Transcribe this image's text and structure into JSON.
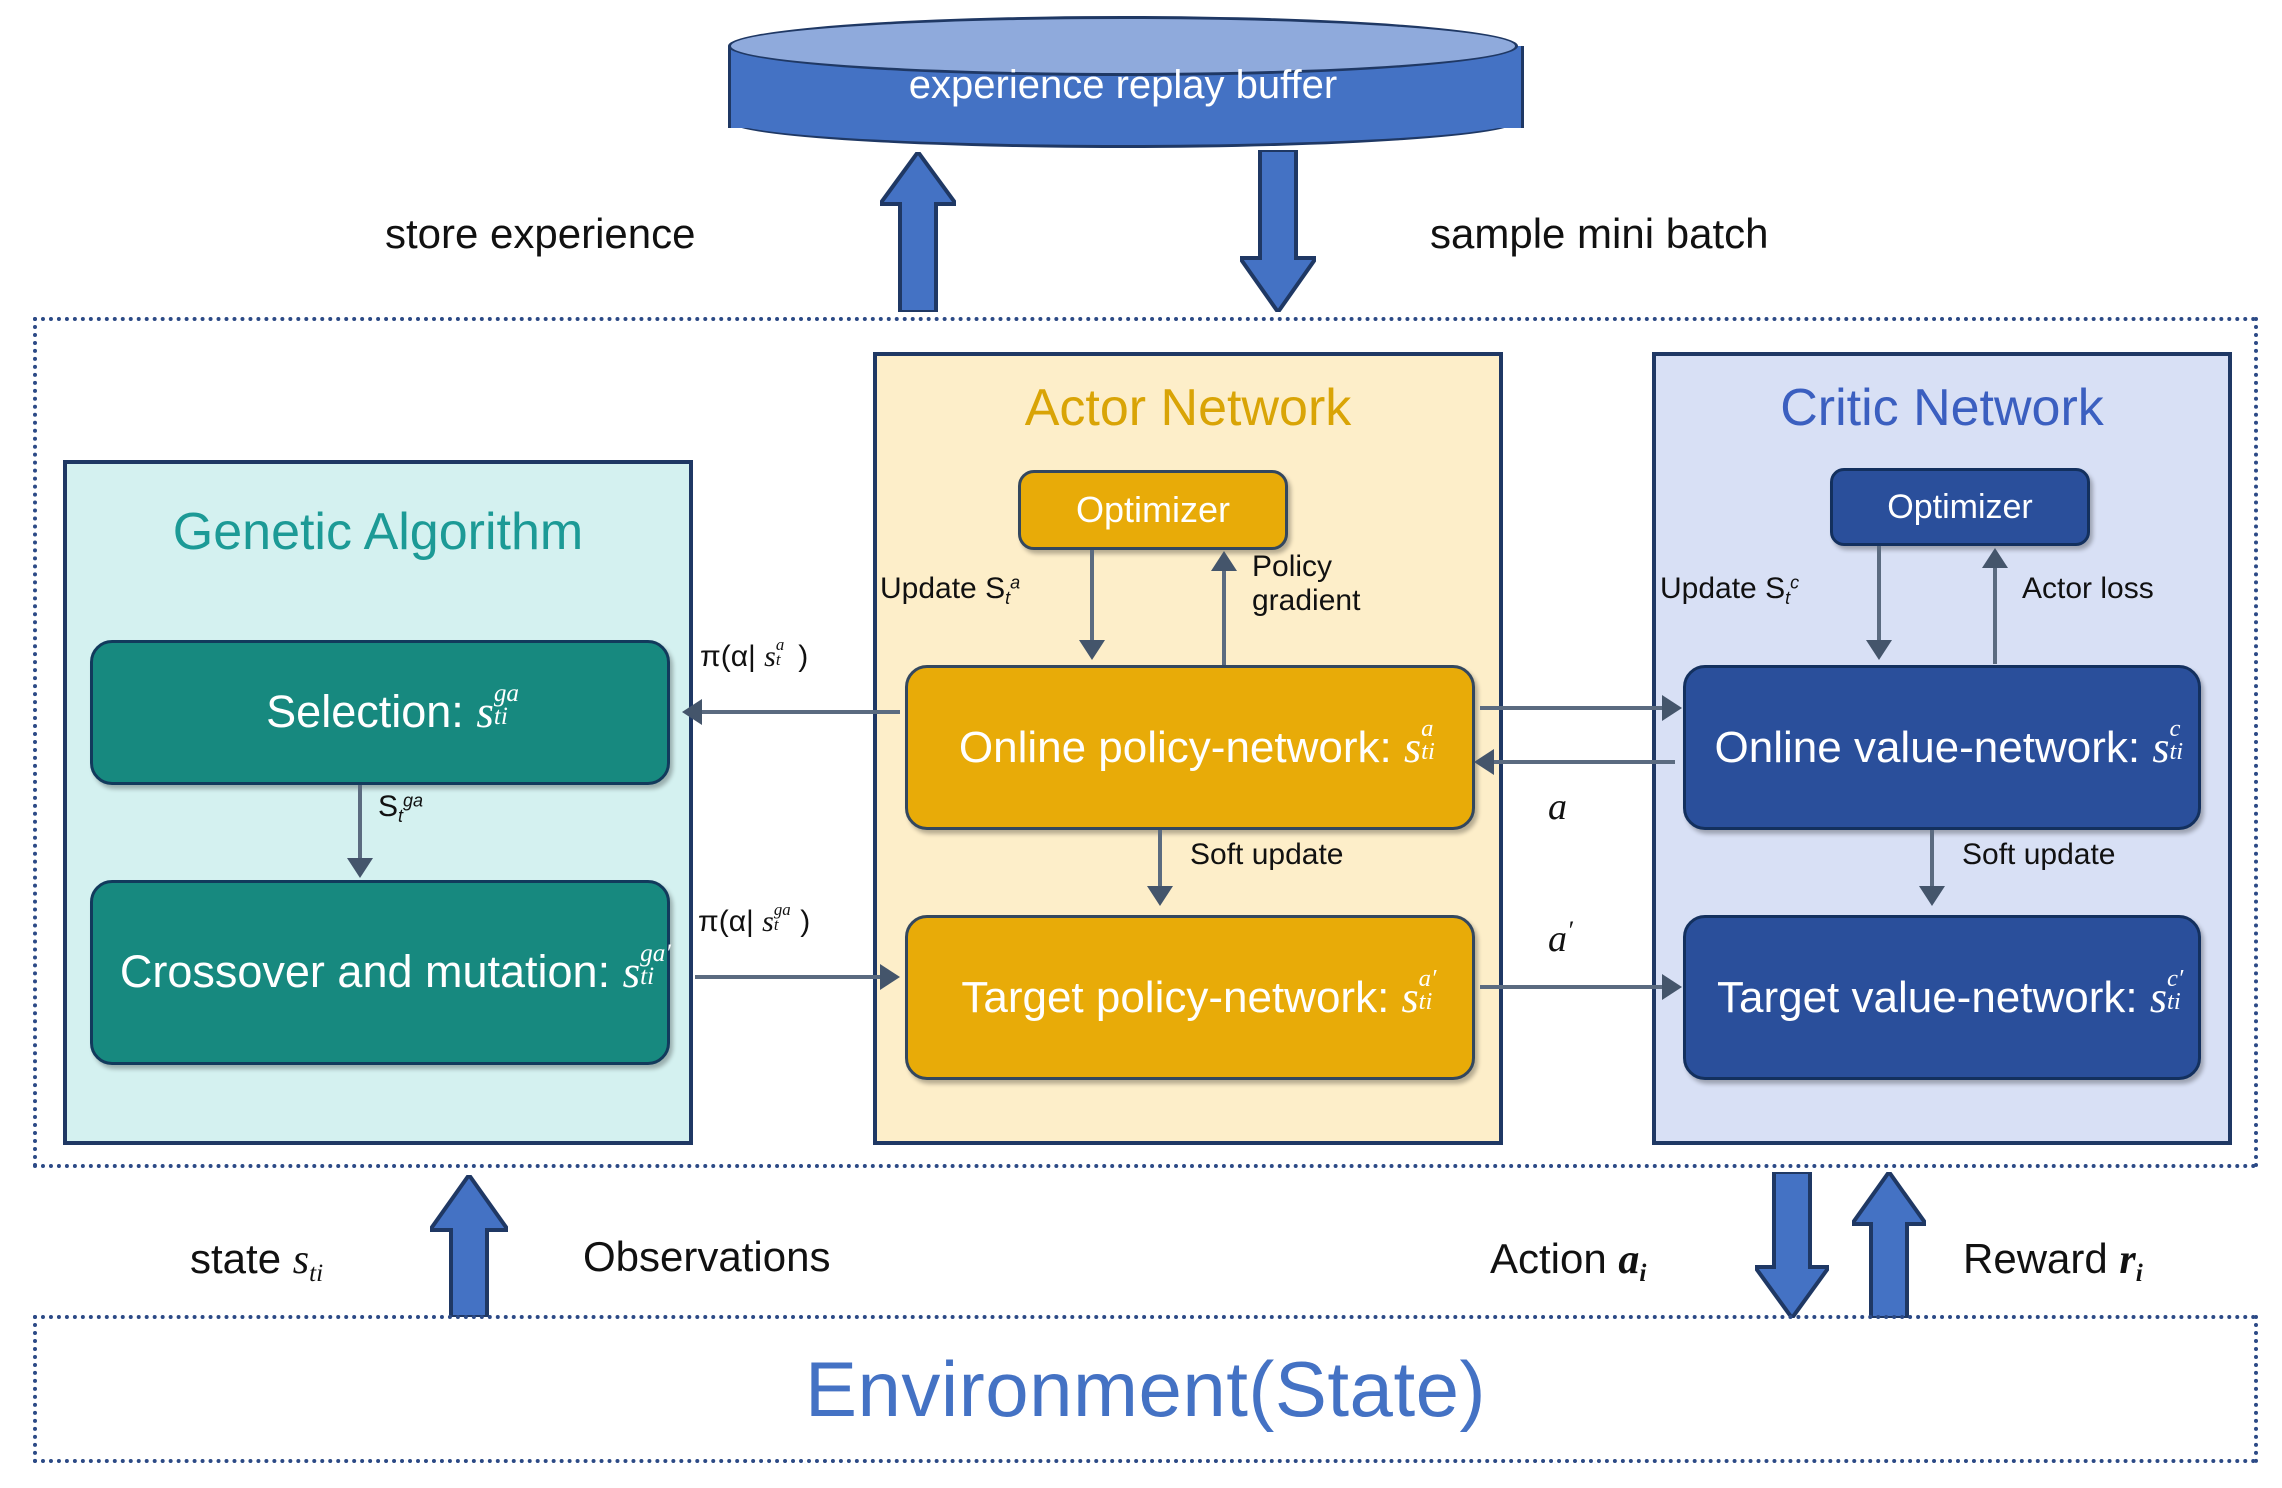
{
  "buffer": {
    "label": "experience replay buffer"
  },
  "top_flows": {
    "store": "store experience",
    "sample": "sample mini batch"
  },
  "agent": {
    "genetic_algorithm": {
      "title": "Genetic Algorithm",
      "nodes": [
        {
          "label": "Selection:",
          "symbol_base": "s",
          "symbol_sup": "ga",
          "symbol_sub": "ti"
        },
        {
          "label": "Crossover and mutation:",
          "symbol_base": "s",
          "symbol_sup": "ga′",
          "symbol_sub": "ti"
        }
      ],
      "internal_edge_label": "S",
      "internal_edge_sub": "t",
      "internal_edge_sup": "ga"
    },
    "actor_network": {
      "title": "Actor Network",
      "optimizer": "Optimizer",
      "update_label": "Update S",
      "update_sub": "t",
      "update_sup": "a",
      "gradient_label": "Policy gradient",
      "soft_update_label": "Soft update",
      "nodes": [
        {
          "label": "Online policy-network:",
          "symbol_base": "s",
          "symbol_sup": "a",
          "symbol_sub": "ti"
        },
        {
          "label": "Target policy-network:",
          "symbol_base": "s",
          "symbol_sup": "a′",
          "symbol_sub": "ti"
        }
      ]
    },
    "critic_network": {
      "title": "Critic Network",
      "optimizer": "Optimizer",
      "update_label": "Update S",
      "update_sub": "t",
      "update_sup": "c",
      "loss_label": "Actor loss",
      "soft_update_label": "Soft update",
      "nodes": [
        {
          "label": "Online value-network:",
          "symbol_base": "s",
          "symbol_sup": "c",
          "symbol_sub": "ti"
        },
        {
          "label": "Target value-network:",
          "symbol_base": "s",
          "symbol_sup": "c′",
          "symbol_sub": "ti"
        }
      ]
    },
    "ga_actor_edges": [
      {
        "pi": "π(α|",
        "base": "s",
        "sub": "t",
        "sup": "a",
        "close": ")",
        "direction": "left"
      },
      {
        "pi": "π(α|",
        "base": "s",
        "sub": "t",
        "sup": "ga",
        "close": ")",
        "direction": "right"
      }
    ],
    "actor_critic_edges": [
      {
        "label_base": "a",
        "label_prime": "",
        "direction": "right"
      },
      {
        "label_base": "a",
        "label_prime": "′",
        "direction": "right"
      }
    ]
  },
  "environment": {
    "label": "Environment(State)"
  },
  "bottom_flows": {
    "state_label": "state ",
    "state_symbol": "s",
    "state_sub": "ti",
    "observations": "Observations",
    "action_label": "Action ",
    "action_symbol": "a",
    "action_sub": "i",
    "reward_label": "Reward ",
    "reward_symbol": "r",
    "reward_sub": "i"
  },
  "colors": {
    "buffer_blue": "#4472c4",
    "buffer_top": "#8faadc",
    "ga_panel": "#d4f1f0",
    "ga_node": "#17897f",
    "ga_title": "#1c9a96",
    "actor_panel": "#fdeec9",
    "actor_node": "#e8ab08",
    "actor_title": "#d9a406",
    "critic_panel": "#d8e0f5",
    "critic_node": "#2a4f9b",
    "critic_title": "#3b5fc0",
    "dotted_border": "#2c4a86",
    "env_text": "#4472c4",
    "connector": "#5b6b80"
  }
}
